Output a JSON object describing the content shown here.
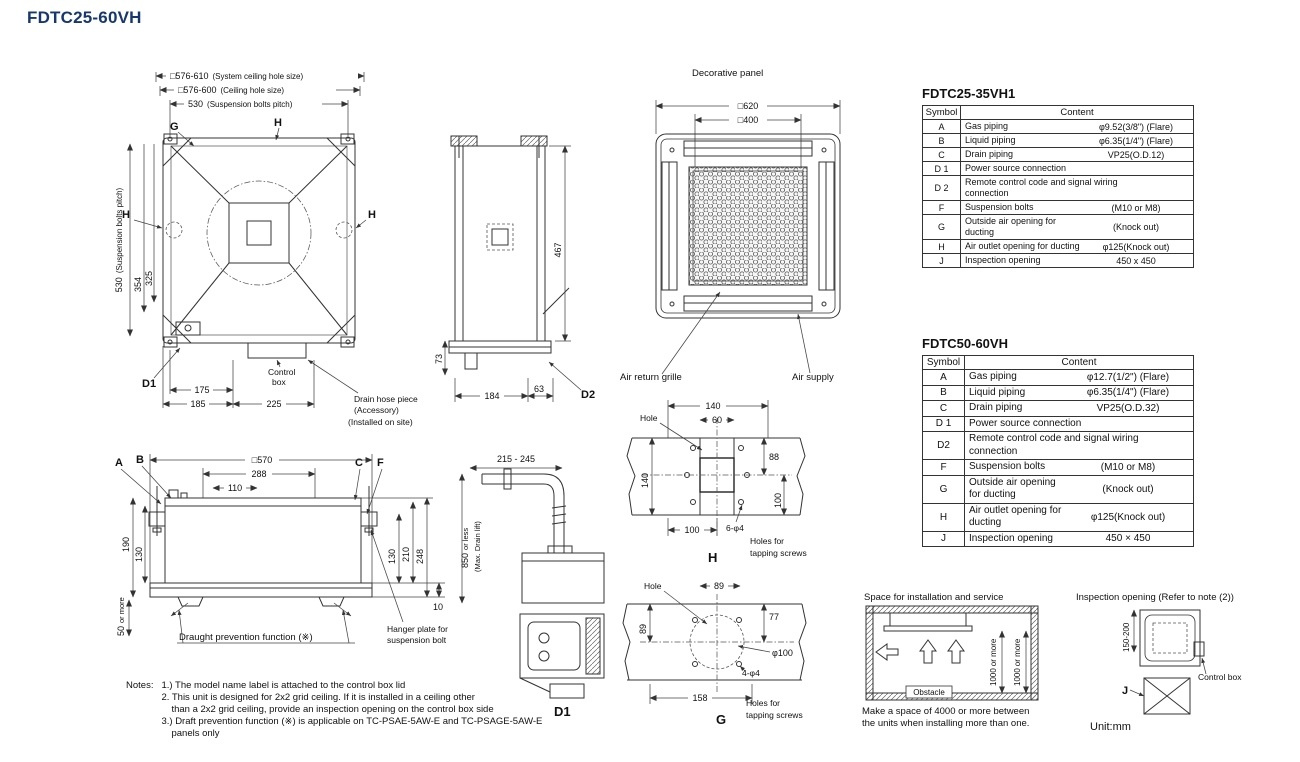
{
  "colors": {
    "accent": "#16386e",
    "line": "#333333"
  },
  "title": "FDTC25-60VH",
  "top_view": {
    "dim_system_hole": "□576-610",
    "dim_system_hole_note": "(System ceiling hole size)",
    "dim_ceiling_hole": "□576-600",
    "dim_ceiling_hole_note": "(Ceiling hole size)",
    "dim_bolt_pitch": "530",
    "dim_bolt_pitch_note": "(Suspension bolts pitch)",
    "label_g": "G",
    "label_h_top": "H",
    "label_h_left": "H",
    "label_h_right": "H",
    "dim_bolt_pitch_v": "530",
    "dim_bolt_pitch_v_note": "(Suspension bolts pitch)",
    "dim_354": "354",
    "dim_325": "325",
    "label_d1": "D1",
    "dim_175": "175",
    "dim_185": "185",
    "dim_225": "225",
    "control_box_l1": "Control",
    "control_box_l2": "box",
    "drain_l1": "Drain hose piece",
    "drain_l2": "(Accessory)",
    "drain_l3": "(Installed on site)"
  },
  "side_view": {
    "dim_467": "467",
    "dim_73": "73",
    "dim_184": "184",
    "dim_63": "63",
    "label_d2": "D2"
  },
  "panel": {
    "caption": "Decorative panel",
    "dim_620": "□620",
    "dim_400": "□400",
    "air_return": "Air return grille",
    "air_supply": "Air supply"
  },
  "front_view": {
    "label_a": "A",
    "label_b": "B",
    "label_c": "C",
    "label_f": "F",
    "dim_570": "□570",
    "dim_288": "288",
    "dim_110": "110",
    "dim_190": "190",
    "dim_130_left": "130",
    "dim_50": "50",
    "dim_50_note": "or more",
    "dim_130_right": "130",
    "dim_210": "210",
    "dim_248": "248",
    "dim_10": "10",
    "draught_note": "Draught prevention function (※)",
    "hanger_l1": "Hanger plate for",
    "hanger_l2": "suspension bolt"
  },
  "drain_lift": {
    "dim_range": "215 - 245",
    "dim_850": "850",
    "dim_850_note": "or less",
    "max_note": "(Max. Drain lift)"
  },
  "hole_h": {
    "hole": "Hole",
    "dim_140_top": "140",
    "dim_60": "60",
    "dim_88": "88",
    "dim_100_right": "100",
    "dim_140_left": "140",
    "dim_100_bottom": "100",
    "screws": "6-φ4",
    "screws_l2": "Holes for",
    "screws_l3": "tapping screws",
    "label": "H"
  },
  "hole_g": {
    "hole": "Hole",
    "dim_89_top": "89",
    "dim_89_left": "89",
    "dim_77": "77",
    "dim_phi100": "φ100",
    "dim_158": "158",
    "screws": "4-φ4",
    "screws_l2": "Holes for",
    "screws_l3": "tapping screws",
    "label": "G"
  },
  "d1_detail": {
    "label": "D1"
  },
  "notes": {
    "heading": "Notes:",
    "line1": "1.) The model name label is attached to the control box lid",
    "line2": "2. This unit is designed for 2x2 grid ceiling. If it is installed in a ceiling other",
    "line3": "than a 2x2 grid ceiling, provide an inspection opening on the control box side",
    "line4": "3.) Draft prevention function (※) is applicable on TC-PSAE-5AW-E and TC-PSAGE-5AW-E",
    "line5": "panels only"
  },
  "table1": {
    "title": "FDTC25-35VH1",
    "col_symbol": "Symbol",
    "col_content": "Content",
    "rows": [
      {
        "symbol": "A",
        "name": "Gas piping",
        "value": "φ9.52(3/8\") (Flare)"
      },
      {
        "symbol": "B",
        "name": "Liquid piping",
        "value": "φ6.35(1/4\") (Flare)"
      },
      {
        "symbol": "C",
        "name": "Drain piping",
        "value": "VP25(O.D.12)"
      },
      {
        "symbol": "D 1",
        "name": "Power source connection",
        "value": ""
      },
      {
        "symbol": "D 2",
        "name": "Remote control code and signal wiring connection",
        "value": ""
      },
      {
        "symbol": "F",
        "name": "Suspension bolts",
        "value": "(M10 or M8)"
      },
      {
        "symbol": "G",
        "name": "Outside air opening for ducting",
        "value": "(Knock out)"
      },
      {
        "symbol": "H",
        "name": "Air outlet opening for ducting",
        "value": "φ125(Knock out)"
      },
      {
        "symbol": "J",
        "name": "Inspection opening",
        "value": "450 x 450"
      }
    ]
  },
  "table2": {
    "title": "FDTC50-60VH",
    "col_symbol": "Symbol",
    "col_content": "Content",
    "rows": [
      {
        "symbol": "A",
        "name": "Gas piping",
        "value": "φ12.7(1/2\") (Flare)"
      },
      {
        "symbol": "B",
        "name": "Liquid piping",
        "value": "φ6.35(1/4\") (Flare)"
      },
      {
        "symbol": "C",
        "name": "Drain piping",
        "value": "VP25(O.D.32)"
      },
      {
        "symbol": "D 1",
        "name": "Power source connection",
        "value": ""
      },
      {
        "symbol": "D2",
        "name": "Remote control code and signal wiring connection",
        "value": ""
      },
      {
        "symbol": "F",
        "name": "Suspension bolts",
        "value": "(M10 or M8)"
      },
      {
        "symbol": "G",
        "name": "Outside air opening for ducting",
        "value": "(Knock out)"
      },
      {
        "symbol": "H",
        "name": "Air outlet opening for ducting",
        "value": "φ125(Knock out)"
      },
      {
        "symbol": "J",
        "name": "Inspection opening",
        "value": "450 × 450"
      }
    ]
  },
  "install_space": {
    "title": "Space for installation and service",
    "clearance1": "1000",
    "clearance1_note": "or more",
    "clearance2": "1000",
    "clearance2_note": "or more",
    "obstacle": "Obstacle",
    "caption_l1": "Make a space of 4000 or more between",
    "caption_l2": "the units when installing more than one."
  },
  "inspection": {
    "title": "Inspection opening (Refer to note (2))",
    "dim_range": "150-200",
    "control_box": "Control box",
    "label_j": "J",
    "unit": "Unit:mm"
  }
}
